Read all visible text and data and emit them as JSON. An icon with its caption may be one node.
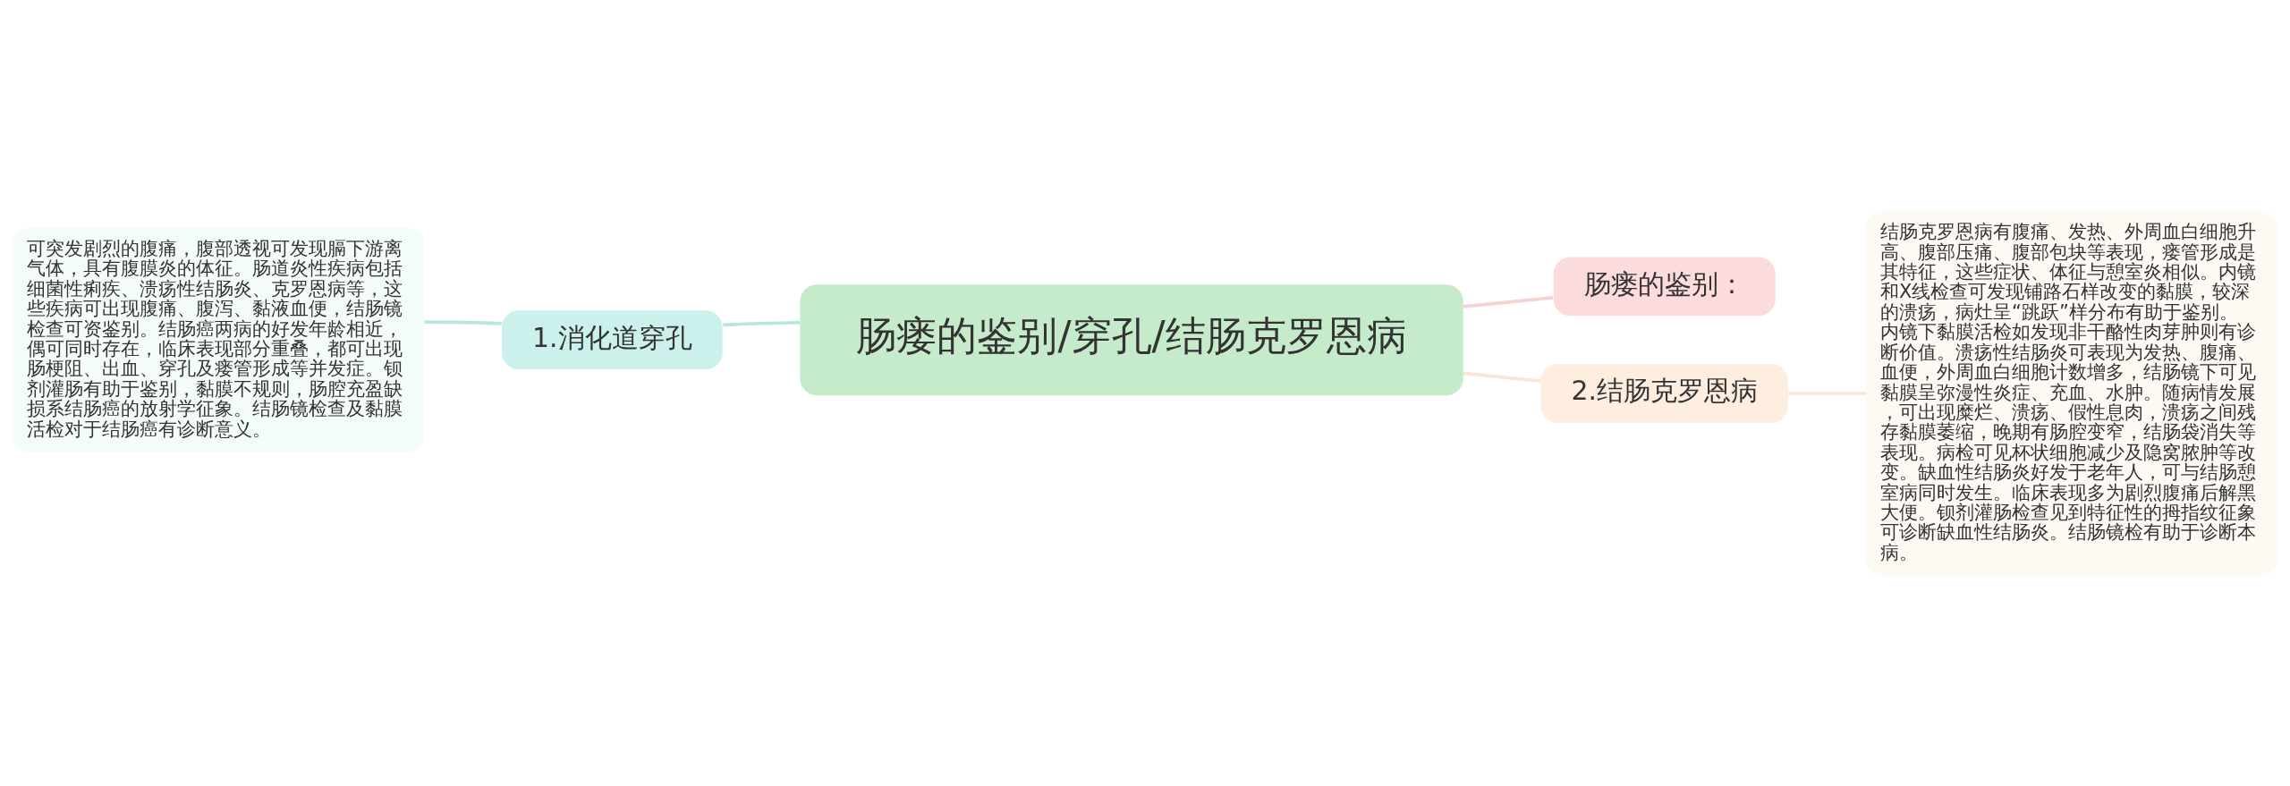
{
  "diagram": {
    "nodes": [
      {
        "text": [
          "肠瘘的鉴别/穿孔/结肠克罗恩病"
        ]
      },
      {
        "text": [
          "1.消化道穿孔"
        ]
      },
      {
        "text": [
          "肠瘘的鉴别："
        ]
      },
      {
        "text": [
          "2.结肠克罗恩病"
        ]
      },
      {
        "text": [
          "可突发剧烈的腹痛，腹部透视可发现膈下游离气体，具有腹膜炎的体征。肠道炎性疾病包括细菌性痢疾、溃疡性结肠炎、克罗恩病等，这些疾病可出现腹痛、腹泻、黏液血便，结肠镜检查可资鉴别。结肠癌两病的好发年龄相近，偶可同时存在，临床表现部分重叠，都可出现肠梗阻、出血、穿孔及瘘管形成等并发症。钡剂灌肠有助于鉴别，黏膜不规则，肠腔充盈缺损系结肠癌的放射学征象。结肠镜检查及黏膜活检对于结肠癌有诊断意义。"
        ]
      },
      {
        "text": [
          "结肠克罗恩病有腹痛、发热、外周血白细胞升高、腹部压痛、腹部包块等表现，瘘管形成是其特征，这些症状、体征与憩室炎相似。内镜和X线检查可发现铺路石样改变的黏膜，较深的溃疡，病灶呈“跳跃”样分布有助于鉴别。内镜下黏膜活检如发现非干酪性肉芽肿则有诊断价值。溃疡性结肠炎可表现为发热、腹痛、血便，外周血白细胞计数增多，结肠镜下可见黏膜呈弥漫性炎症、充血、水肿。随病情发展，可出现糜烂、溃疡、假性息肉，溃疡之间残存黏膜萎缩，晚期有肠腔变窄，结肠袋消失等表现。病检可见杯状细胞减少及隐窝脓肿等改变。缺血性结肠炎好发于老年人，可与结肠憩室病同时发生。临床表现多为剧烈腹痛后解黑大便。钡剂灌肠检查见到特征性的拇指纹征象可诊断缺血性结肠炎。结肠镜检有助于诊断本病。"
        ]
      }
    ],
    "edges": [
      {
        "from": 0,
        "to": 1,
        "arrow": "none",
        "color": "#b5e6df"
      },
      {
        "from": 1,
        "to": 4,
        "arrow": "none",
        "color": "#b5e6df"
      },
      {
        "from": 0,
        "to": 2,
        "arrow": "none",
        "color": "#f6d3d3"
      },
      {
        "from": 0,
        "to": 3,
        "arrow": "none",
        "color": "#fbe6d2"
      },
      {
        "from": 3,
        "to": 5,
        "arrow": "none",
        "color": "#fbe6d2"
      }
    ]
  }
}
